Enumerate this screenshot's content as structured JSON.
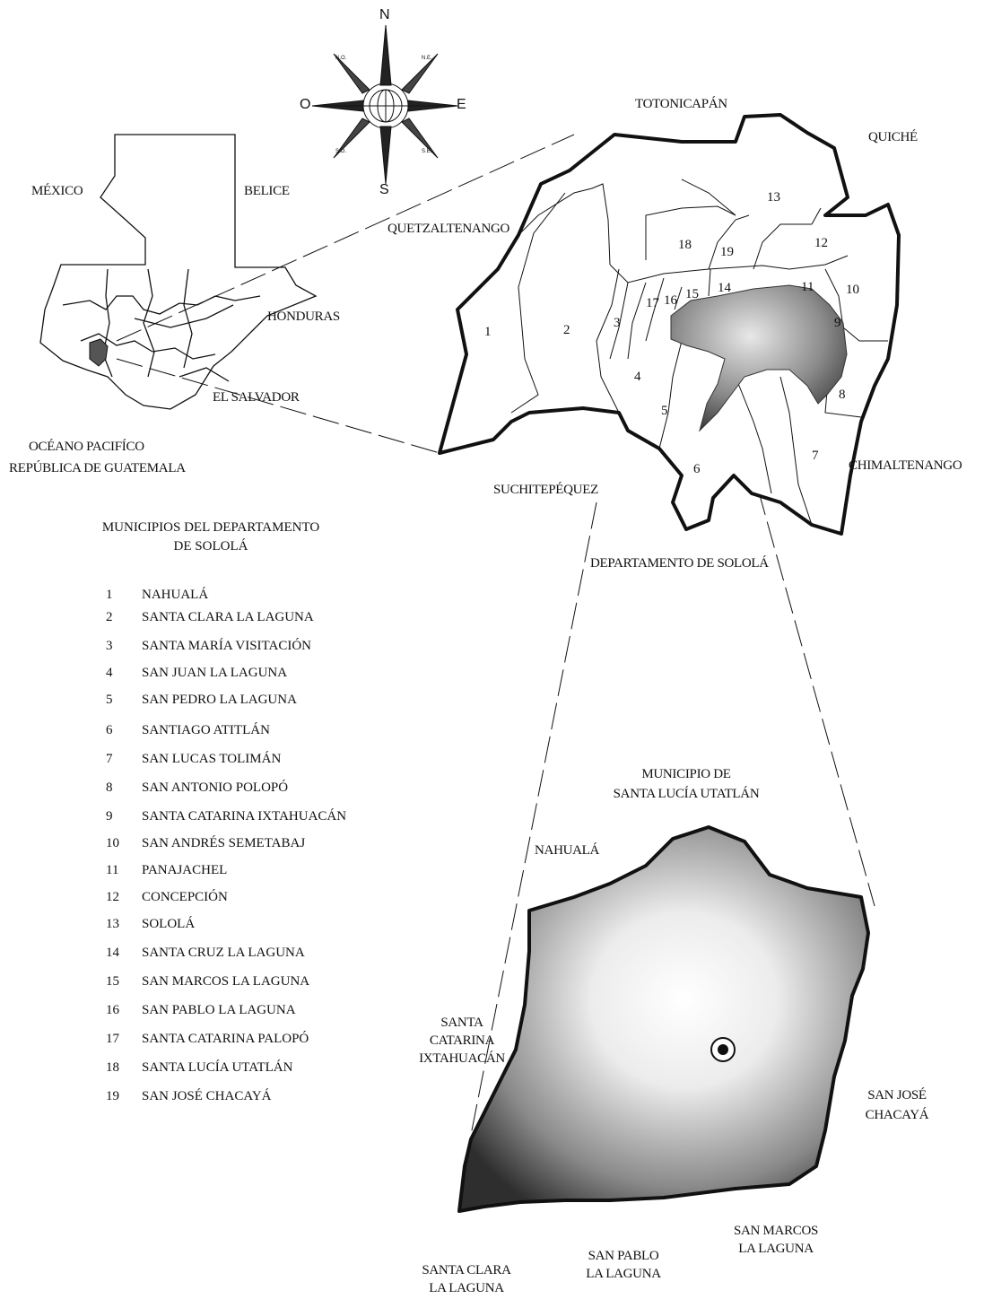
{
  "compass": {
    "north": "N",
    "south": "S",
    "east": "E",
    "west": "O",
    "ne": "N.E.",
    "nw": "N.O.",
    "se": "S.E.",
    "sw": "S.O."
  },
  "country_map": {
    "neighbors": {
      "mexico": "MÉXICO",
      "belice": "BELICE",
      "honduras": "HONDURAS",
      "el_salvador": "EL SALVADOR"
    },
    "ocean": "OCÉANO PACIFÍCO",
    "country": "REPÚBLICA DE GUATEMALA"
  },
  "department_map": {
    "title": "DEPARTAMENTO DE SOLOLÁ",
    "neighbors": {
      "totonicapan": "TOTONICAPÁN",
      "quiche": "QUICHÉ",
      "quetzaltenango": "QUETZALTENANGO",
      "suchitepequez": "SUCHITEPÉQUEZ",
      "chimaltenango": "CHIMALTENANGO"
    },
    "region_numbers": [
      "1",
      "2",
      "3",
      "4",
      "5",
      "6",
      "7",
      "8",
      "9",
      "10",
      "11",
      "12",
      "13",
      "14",
      "15",
      "16",
      "17",
      "18",
      "19"
    ]
  },
  "legend": {
    "title_line1": "MUNICIPIOS DEL DEPARTAMENTO",
    "title_line2": "DE SOLOLÁ",
    "items": [
      {
        "num": "1",
        "name": "NAHUALÁ"
      },
      {
        "num": "2",
        "name": "SANTA CLARA LA LAGUNA"
      },
      {
        "num": "3",
        "name": "SANTA MARÍA VISITACIÓN"
      },
      {
        "num": "4",
        "name": "SAN JUAN LA LAGUNA"
      },
      {
        "num": "5",
        "name": "SAN PEDRO LA LAGUNA"
      },
      {
        "num": "6",
        "name": "SANTIAGO ATITLÁN"
      },
      {
        "num": "7",
        "name": "SAN LUCAS TOLIMÁN"
      },
      {
        "num": "8",
        "name": "SAN ANTONIO POLOPÓ"
      },
      {
        "num": "9",
        "name": "SANTA CATARINA IXTAHUACÁN"
      },
      {
        "num": "10",
        "name": "SAN ANDRÉS SEMETABAJ"
      },
      {
        "num": "11",
        "name": "PANAJACHEL"
      },
      {
        "num": "12",
        "name": "CONCEPCIÓN"
      },
      {
        "num": "13",
        "name": "SOLOLÁ"
      },
      {
        "num": "14",
        "name": "SANTA CRUZ LA LAGUNA"
      },
      {
        "num": "15",
        "name": "SAN MARCOS LA LAGUNA"
      },
      {
        "num": "16",
        "name": "SAN PABLO LA LAGUNA"
      },
      {
        "num": "17",
        "name": "SANTA CATARINA PALOPÓ"
      },
      {
        "num": "18",
        "name": "SANTA LUCÍA UTATLÁN"
      },
      {
        "num": "19",
        "name": "SAN JOSÉ CHACAYÁ"
      }
    ]
  },
  "municipality_map": {
    "title_line1": "MUNICIPIO DE",
    "title_line2": "SANTA LUCÍA UTATLÁN",
    "neighbors": {
      "nahuala": "NAHUALÁ",
      "santa_catarina_line1": "SANTA",
      "santa_catarina_line2": "CATARINA",
      "santa_catarina_line3": "IXTAHUACÁN",
      "san_jose_line1": "SAN JOSÉ",
      "san_jose_line2": "CHACAYÁ",
      "san_marcos_line1": "SAN MARCOS",
      "san_marcos_line2": "LA LAGUNA",
      "san_pablo_line1": "SAN PABLO",
      "san_pablo_line2": "LA LAGUNA",
      "santa_clara_line1": "SANTA CLARA",
      "santa_clara_line2": "LA LAGUNA"
    }
  },
  "colors": {
    "line": "#111111",
    "lake_fill": "#8a8a8a",
    "highlight": "#555555"
  }
}
